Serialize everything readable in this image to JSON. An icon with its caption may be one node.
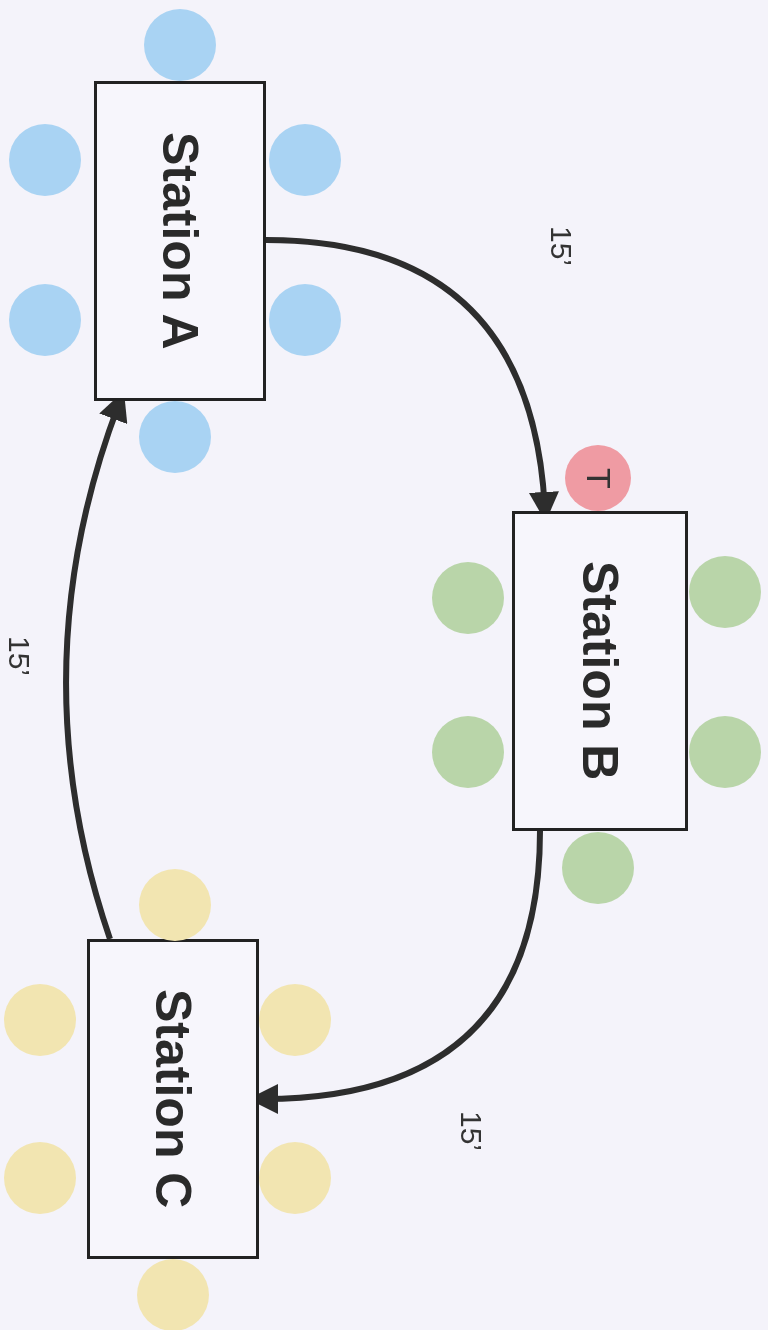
{
  "diagram": {
    "nodes": [
      {
        "text": [
          "Station A"
        ]
      },
      {
        "text": [],
        "shape": "circle"
      },
      {
        "text": [],
        "shape": "circle"
      },
      {
        "text": [],
        "shape": "circle"
      },
      {
        "text": [],
        "shape": "circle"
      },
      {
        "text": [],
        "shape": "circle"
      },
      {
        "text": [],
        "shape": "circle"
      },
      {
        "text": [
          "T"
        ]
      },
      {
        "text": [
          "Station B"
        ]
      },
      {
        "text": [],
        "shape": "circle"
      },
      {
        "text": [],
        "shape": "circle"
      },
      {
        "text": [],
        "shape": "circle"
      },
      {
        "text": [],
        "shape": "circle"
      },
      {
        "text": [],
        "shape": "circle"
      },
      {
        "text": [
          "Station C"
        ]
      },
      {
        "text": [],
        "shape": "circle"
      },
      {
        "text": [],
        "shape": "circle"
      },
      {
        "text": [],
        "shape": "circle"
      },
      {
        "text": [],
        "shape": "circle"
      },
      {
        "text": [],
        "shape": "circle"
      },
      {
        "text": [],
        "shape": "circle"
      }
    ],
    "edges": [
      {
        "from": 0,
        "to": 8,
        "arrow": "to",
        "label": "15’"
      },
      {
        "from": 8,
        "to": 14,
        "arrow": "to",
        "label": "15’"
      },
      {
        "from": 14,
        "to": 0,
        "arrow": "to",
        "label": "15’"
      }
    ]
  }
}
